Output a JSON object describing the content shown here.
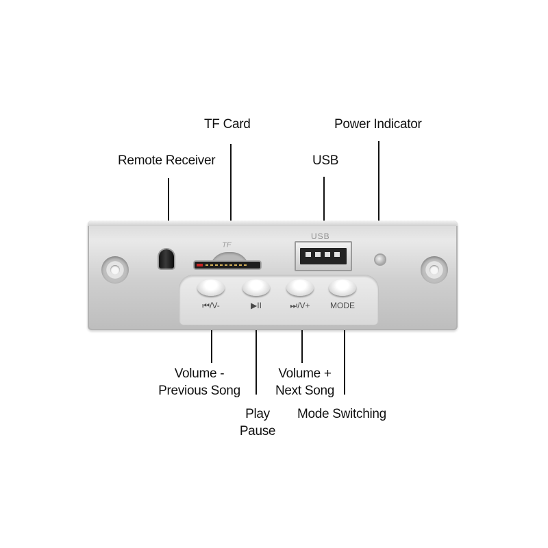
{
  "labels": {
    "tf_card": "TF Card",
    "power_indicator": "Power Indicator",
    "remote_receiver": "Remote Receiver",
    "usb": "USB",
    "volume_minus_line1": "Volume -",
    "volume_minus_line2": "Previous Song",
    "play_line1": "Play",
    "play_line2": "Pause",
    "volume_plus_line1": "Volume +",
    "volume_plus_line2": "Next Song",
    "mode_switching": "Mode Switching"
  },
  "panel_markings": {
    "tf": "TF",
    "usb": "USB",
    "key_prev_vol_down": "⏮/V-",
    "key_play_pause": "▶II",
    "key_next_vol_up": "⏭/V+",
    "key_mode": "MODE"
  },
  "colors": {
    "panel": "#cfcfcf",
    "text": "#111111",
    "tf_marker": "#cc2222"
  }
}
